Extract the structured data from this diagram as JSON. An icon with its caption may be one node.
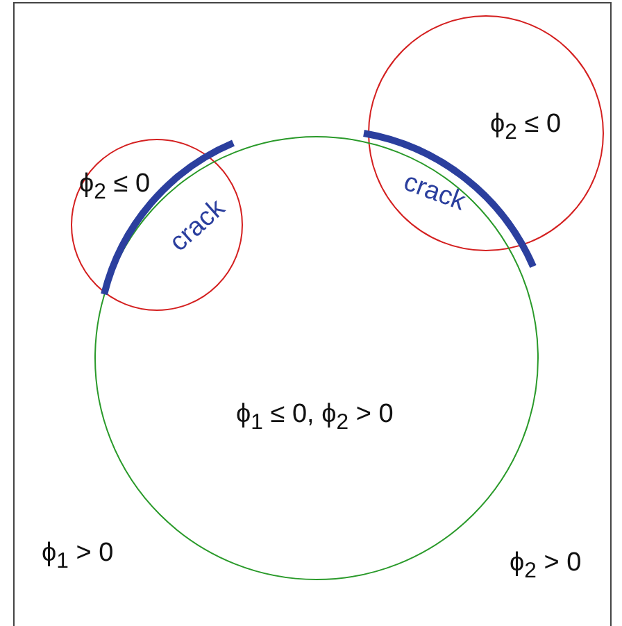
{
  "diagram": {
    "nodes": [
      {
        "text": [
          "ϕ$_{2}$ ≤ 0"
        ]
      },
      {
        "text": [
          "ϕ$_{2}$ ≤ 0"
        ]
      },
      {
        "text": [
          "ϕ$_{1}$ ≤ 0, ϕ$_{2}$ > 0"
        ]
      }
    ],
    "labels": [
      "crack",
      "crack",
      "ϕ$_{1}$ > 0",
      "ϕ$_{2}$ > 0"
    ]
  }
}
